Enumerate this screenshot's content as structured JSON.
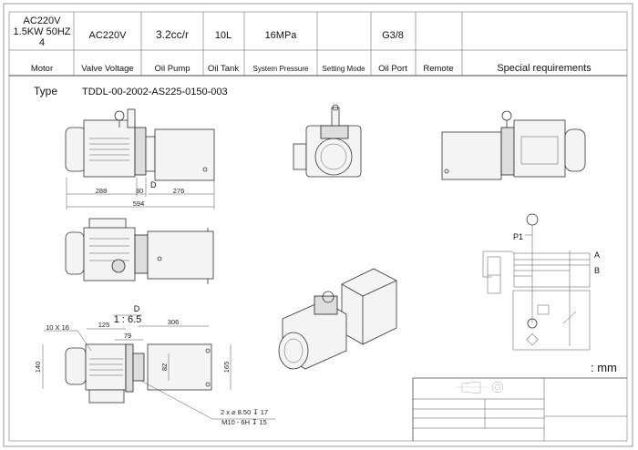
{
  "spec_table": {
    "values": {
      "motor": [
        "AC220V",
        "1.5KW 50HZ",
        "4"
      ],
      "valve_voltage": "AC220V",
      "oil_pump": "3.2cc/r",
      "oil_tank": "10L",
      "system_pressure": "16MPa",
      "setting_mode": "",
      "oil_port": "G3/8",
      "remote": "",
      "special_requirements": ""
    },
    "headers": {
      "motor": "Motor",
      "valve_voltage": "Valve Voltage",
      "oil_pump": "Oil Pump",
      "oil_tank": "Oil Tank",
      "system_pressure": "System Pressure",
      "setting_mode": "Setting Mode",
      "oil_port": "Oil Port",
      "remote": "Remote",
      "special_requirements": "Special requirements"
    }
  },
  "type": {
    "label": "Type",
    "value": "TDDL-00-2002-AS225-0150-003"
  },
  "side_view_dims": {
    "motor": "288",
    "gap": "30",
    "tank": "276",
    "total": "594",
    "view_marker": "D"
  },
  "detail_view": {
    "title": "D",
    "scale": "1 : 6.5",
    "slot": "10 X 16",
    "d125": "125",
    "d79": "79",
    "d306": "306",
    "d140": "140",
    "d82": "82",
    "d165": "165",
    "note_line1": "2 x ⌀ 8.50 ↧ 17",
    "note_line2": "M10 - 6H ↧ 15"
  },
  "schematic": {
    "gauge": "P1",
    "port_a": "A",
    "port_b": "B"
  },
  "units": ": mm"
}
